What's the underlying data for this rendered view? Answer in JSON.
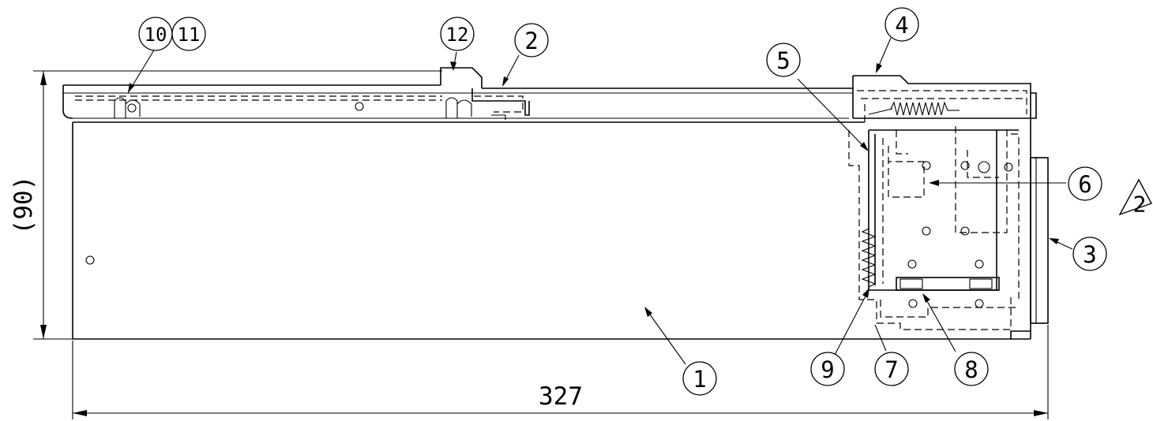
{
  "drawing": {
    "overall_length_label": "327",
    "height_label": "(90)",
    "revision_mark": "2",
    "callouts": {
      "c1": "1",
      "c2": "2",
      "c3": "3",
      "c4": "4",
      "c5": "5",
      "c6": "6",
      "c7": "7",
      "c8": "8",
      "c9": "9",
      "c10": "10",
      "c11": "11",
      "c12": "12"
    }
  }
}
